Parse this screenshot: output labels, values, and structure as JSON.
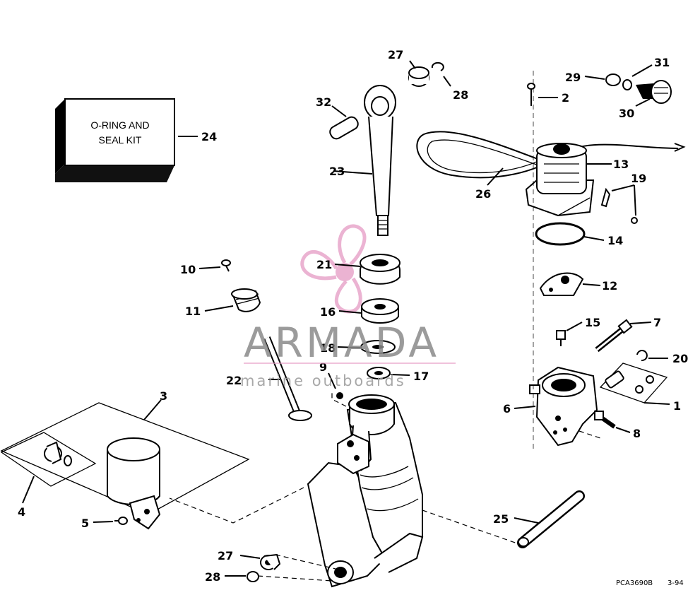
{
  "kit_box": {
    "line1": "O-RING AND",
    "line2": "SEAL KIT",
    "callout": "24"
  },
  "callouts": {
    "c1": "1",
    "c2": "2",
    "c3": "3",
    "c4": "4",
    "c5": "5",
    "c6": "6",
    "c7": "7",
    "c8": "8",
    "c9": "9",
    "c10": "10",
    "c11": "11",
    "c12": "12",
    "c13": "13",
    "c14": "14",
    "c15": "15",
    "c16": "16",
    "c17": "17",
    "c18": "18",
    "c19": "19",
    "c20": "20",
    "c21": "21",
    "c22": "22",
    "c23": "23",
    "c25": "25",
    "c26": "26",
    "c27a": "27",
    "c27b": "27",
    "c28a": "28",
    "c28b": "28",
    "c29": "29",
    "c30": "30",
    "c31": "31",
    "c32": "32"
  },
  "watermark": {
    "brand": "ARMADA",
    "tagline": "marine outboards",
    "logo_color": "#e59ac4",
    "text_color": "#8a8a8a"
  },
  "figure_code": "PCA3690B",
  "figure_date": "3-94"
}
